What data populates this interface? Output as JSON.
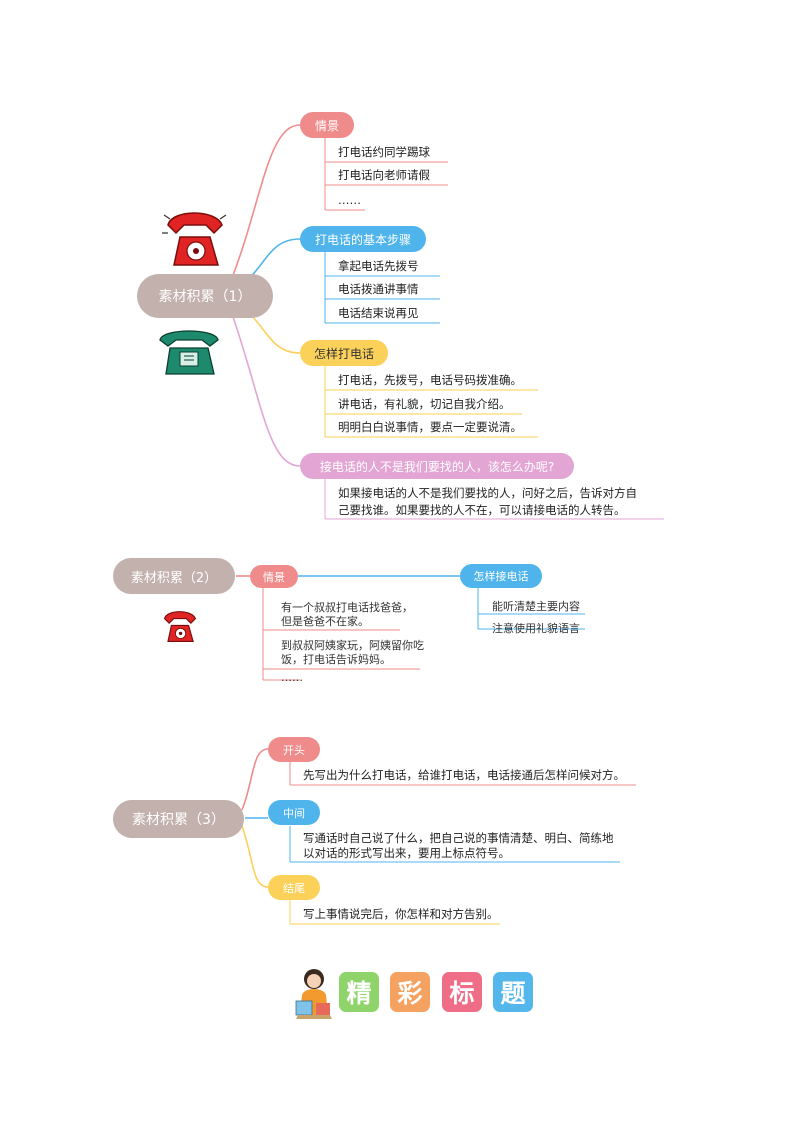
{
  "colors": {
    "red": "#f08b8b",
    "blue": "#4fb4ec",
    "yellow": "#fbd15a",
    "pink": "#e3a6d4",
    "root": "#c2b1ad"
  },
  "section1": {
    "root": "素材积累（1）",
    "branches": [
      {
        "label": "情景",
        "color": "red",
        "items": [
          "打电话约同学踢球",
          "打电话向老师请假",
          "……"
        ]
      },
      {
        "label": "打电话的基本步骤",
        "color": "blue",
        "items": [
          "拿起电话先拨号",
          "电话拨通讲事情",
          "电话结束说再见"
        ]
      },
      {
        "label": "怎样打电话",
        "color": "yellow",
        "items": [
          "打电话，先拨号，电话号码拨准确。",
          "讲电话，有礼貌，切记自我介绍。",
          "明明白白说事情，要点一定要说清。"
        ]
      },
      {
        "label": "接电话的人不是我们要找的人，该怎么办呢?",
        "color": "pink",
        "items": [
          "如果接电话的人不是我们要找的人，问好之后，告诉对方自",
          "己要找谁。如果要找的人不在，可以请接电话的人转告。"
        ]
      }
    ]
  },
  "section2": {
    "root": "素材积累（2）",
    "scene": {
      "label": "情景",
      "items": [
        "有一个叔叔打电话找爸爸，",
        "但是爸爸不在家。",
        "到叔叔阿姨家玩，阿姨留你吃",
        "饭，打电话告诉妈妈。",
        "……"
      ]
    },
    "answer": {
      "label": "怎样接电话",
      "items": [
        "能听清楚主要内容",
        "注意使用礼貌语言"
      ]
    }
  },
  "section3": {
    "root": "素材积累（3）",
    "branches": [
      {
        "label": "开头",
        "color": "red",
        "items": [
          "先写出为什么打电话，给谁打电话，电话接通后怎样问候对方。"
        ]
      },
      {
        "label": "中间",
        "color": "blue",
        "items": [
          "写通话时自己说了什么，把自己说的事情清楚、明白、简练地",
          "以对话的形式写出来，要用上标点符号。"
        ]
      },
      {
        "label": "结尾",
        "color": "yellow",
        "items": [
          "写上事情说完后，你怎样和对方告别。"
        ]
      }
    ]
  },
  "footer": {
    "chars": [
      {
        "ch": "精",
        "color": "#8fd46a"
      },
      {
        "ch": "彩",
        "color": "#f5a261"
      },
      {
        "ch": "标",
        "color": "#ef6d86"
      },
      {
        "ch": "题",
        "color": "#54b7ec"
      }
    ]
  }
}
